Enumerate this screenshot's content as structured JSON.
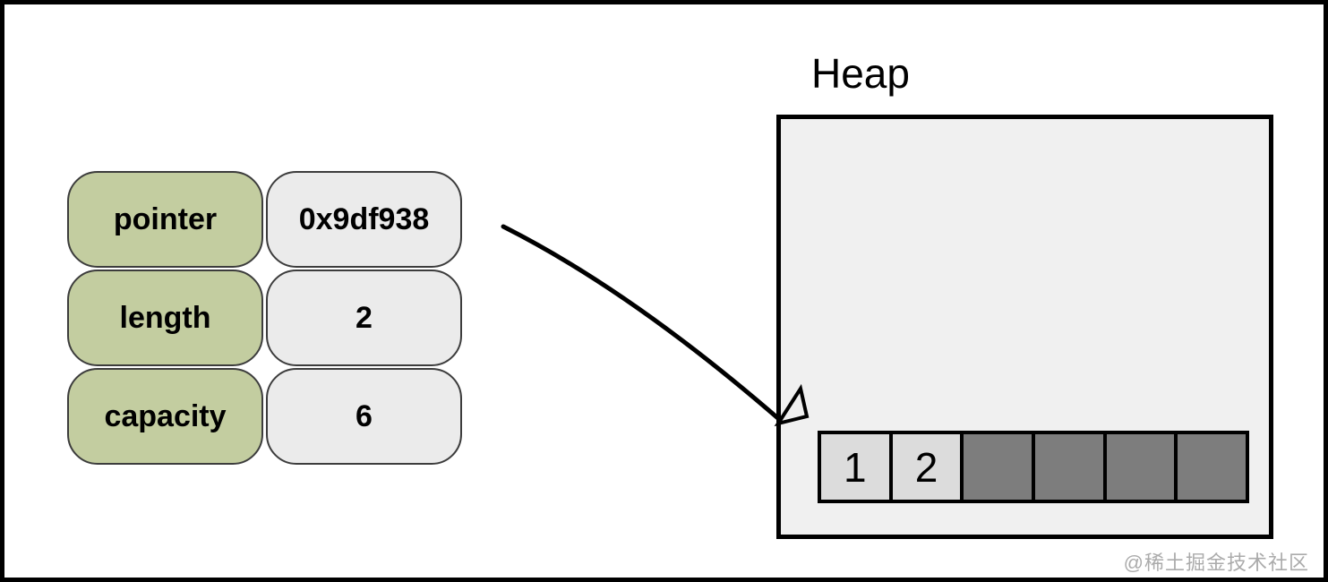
{
  "struct": {
    "fields": [
      {
        "label": "pointer",
        "value": "0x9df938"
      },
      {
        "label": "length",
        "value": "2"
      },
      {
        "label": "capacity",
        "value": "6"
      }
    ]
  },
  "heap": {
    "title": "Heap",
    "cells": [
      {
        "value": "1",
        "used": true
      },
      {
        "value": "2",
        "used": true
      },
      {
        "value": "",
        "used": false
      },
      {
        "value": "",
        "used": false
      },
      {
        "value": "",
        "used": false
      },
      {
        "value": "",
        "used": false
      }
    ]
  },
  "watermark": "@稀土掘金技术社区",
  "colors": {
    "field_label_bg": "#c3cda0",
    "field_value_bg": "#ebebeb",
    "heap_bg": "#f0f0f0",
    "cell_used_bg": "#dcdcdc",
    "cell_free_bg": "#7d7d7d",
    "border": "#000000",
    "watermark": "#ababab"
  }
}
